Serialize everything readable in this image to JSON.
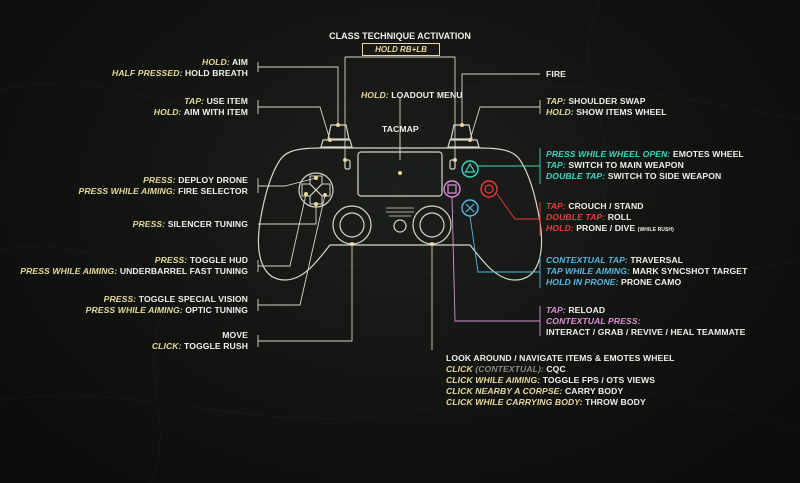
{
  "title": "CLASS TECHNIQUE ACTIVATION",
  "title_badge": "HOLD RB+LB",
  "colors": {
    "line": "#d6d6c8",
    "cream": "#e6d99a",
    "green": "#3dd7c0",
    "red": "#ef3a3a",
    "blue": "#52b9e6",
    "pink": "#e08fd6",
    "text": "#f0f0e6"
  },
  "center_labels": {
    "loadout_key": "HOLD:",
    "loadout_action": "LOADOUT MENU",
    "tacmap": "TACMAP"
  },
  "left_labels": [
    {
      "key": "HOLD:",
      "action": "AIM"
    },
    {
      "key": "HALF PRESSED:",
      "action": "HOLD BREATH"
    },
    {
      "key": "TAP:",
      "action": "USE ITEM"
    },
    {
      "key": "HOLD:",
      "action": "AIM WITH ITEM"
    },
    {
      "key": "PRESS:",
      "action": "DEPLOY DRONE"
    },
    {
      "key": "PRESS WHILE AIMING:",
      "action": "FIRE SELECTOR"
    },
    {
      "key": "PRESS:",
      "action": "SILENCER TUNING"
    },
    {
      "key": "PRESS:",
      "action": "TOGGLE HUD"
    },
    {
      "key": "PRESS WHILE AIMING:",
      "action": "UNDERBARREL FAST TUNING"
    },
    {
      "key": "PRESS:",
      "action": "TOGGLE SPECIAL VISION"
    },
    {
      "key": "PRESS WHILE AIMING:",
      "action": "OPTIC TUNING"
    },
    {
      "key": "",
      "action": "MOVE"
    },
    {
      "key": "CLICK:",
      "action": "TOGGLE RUSH"
    }
  ],
  "right_labels": [
    {
      "key": "",
      "action": "FIRE"
    },
    {
      "key": "TAP:",
      "action": "SHOULDER SWAP"
    },
    {
      "key": "HOLD:",
      "action": "SHOW ITEMS WHEEL"
    },
    {
      "key": "PRESS WHILE WHEEL OPEN:",
      "action": "EMOTES WHEEL"
    },
    {
      "key": "TAP:",
      "action": "SWITCH TO MAIN WEAPON"
    },
    {
      "key": "DOUBLE TAP:",
      "action": "SWITCH TO SIDE WEAPON"
    },
    {
      "key": "TAP:",
      "action": "CROUCH / STAND"
    },
    {
      "key": "DOUBLE TAP:",
      "action": "ROLL"
    },
    {
      "key": "HOLD:",
      "action": "PRONE / DIVE",
      "note": "(WHILE RUSH)"
    },
    {
      "key": "CONTEXTUAL TAP:",
      "action": "TRAVERSAL"
    },
    {
      "key": "TAP WHILE AIMING:",
      "action": "MARK SYNCSHOT TARGET"
    },
    {
      "key": "HOLD IN PRONE:",
      "action": "PRONE CAMO"
    },
    {
      "key": "TAP:",
      "action": "RELOAD"
    },
    {
      "key": "CONTEXTUAL PRESS:",
      "action": ""
    },
    {
      "key": "",
      "action": "INTERACT / GRAB / REVIVE / HEAL TEAMMATE"
    }
  ],
  "bottom_labels": [
    {
      "key": "",
      "action": "LOOK AROUND / NAVIGATE ITEMS & EMOTES WHEEL"
    },
    {
      "key": "CLICK",
      "key_dim": "(CONTEXTUAL):",
      "action": "CQC"
    },
    {
      "key": "CLICK WHILE AIMING:",
      "action": "TOGGLE FPS / OTS VIEWS"
    },
    {
      "key": "CLICK NEARBY A CORPSE:",
      "action": "CARRY BODY"
    },
    {
      "key": "CLICK WHILE CARRYING BODY:",
      "action": "THROW BODY"
    }
  ]
}
